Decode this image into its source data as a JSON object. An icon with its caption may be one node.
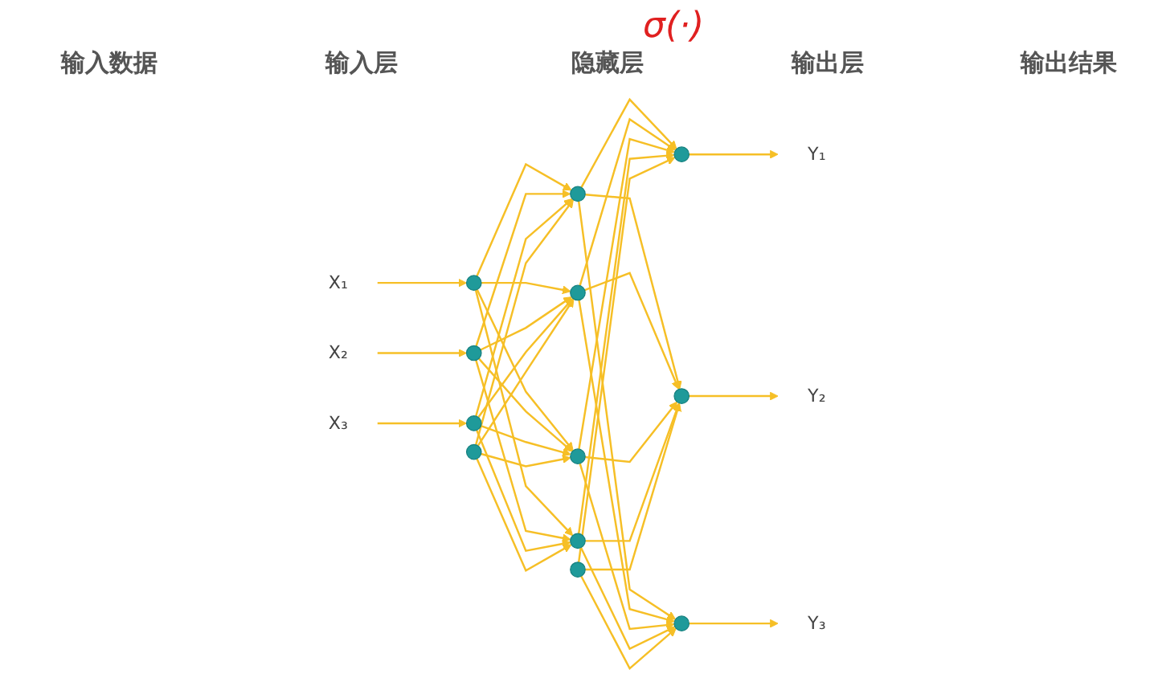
{
  "diagram": {
    "nodes": [
      {
        "text": [
          "X₁"
        ]
      },
      {
        "text": [
          "X₂"
        ]
      },
      {
        "text": [
          "X₃"
        ]
      },
      {
        "text": [],
        "shape": "circle"
      },
      {
        "text": [],
        "shape": "circle"
      },
      {
        "text": [],
        "shape": "circle"
      },
      {
        "text": [],
        "shape": "circle"
      },
      {
        "text": [],
        "shape": "circle"
      },
      {
        "text": [],
        "shape": "circle"
      },
      {
        "text": [],
        "shape": "circle"
      },
      {
        "text": [],
        "shape": "circle"
      },
      {
        "text": [],
        "shape": "circle"
      },
      {
        "text": [],
        "shape": "circle"
      },
      {
        "text": [],
        "shape": "circle"
      },
      {
        "text": [],
        "shape": "circle"
      },
      {
        "text": [
          "Y₁"
        ]
      },
      {
        "text": [
          "Y₂"
        ]
      },
      {
        "text": [
          "Y₃"
        ]
      }
    ],
    "edges": [
      {
        "from": 0,
        "to": 3,
        "arrow": "to"
      },
      {
        "from": 1,
        "to": 4,
        "arrow": "to"
      },
      {
        "from": 2,
        "to": 5,
        "arrow": "to"
      },
      {
        "from": 3,
        "to": 7,
        "arrow": "to"
      },
      {
        "from": 3,
        "to": 8,
        "arrow": "to"
      },
      {
        "from": 3,
        "to": 9,
        "arrow": "to"
      },
      {
        "from": 3,
        "to": 10,
        "arrow": "to"
      },
      {
        "from": 4,
        "to": 7,
        "arrow": "to"
      },
      {
        "from": 4,
        "to": 8,
        "arrow": "to"
      },
      {
        "from": 4,
        "to": 9,
        "arrow": "to"
      },
      {
        "from": 4,
        "to": 10,
        "arrow": "to"
      },
      {
        "from": 5,
        "to": 7,
        "arrow": "to"
      },
      {
        "from": 5,
        "to": 8,
        "arrow": "to"
      },
      {
        "from": 5,
        "to": 9,
        "arrow": "to"
      },
      {
        "from": 5,
        "to": 10,
        "arrow": "to"
      },
      {
        "from": 6,
        "to": 7,
        "arrow": "to"
      },
      {
        "from": 6,
        "to": 8,
        "arrow": "to"
      },
      {
        "from": 6,
        "to": 9,
        "arrow": "to"
      },
      {
        "from": 6,
        "to": 10,
        "arrow": "to"
      },
      {
        "from": 7,
        "to": 12,
        "arrow": "to"
      },
      {
        "from": 7,
        "to": 13,
        "arrow": "to"
      },
      {
        "from": 7,
        "to": 14,
        "arrow": "to"
      },
      {
        "from": 8,
        "to": 12,
        "arrow": "to"
      },
      {
        "from": 8,
        "to": 13,
        "arrow": "to"
      },
      {
        "from": 8,
        "to": 14,
        "arrow": "to"
      },
      {
        "from": 9,
        "to": 12,
        "arrow": "to"
      },
      {
        "from": 9,
        "to": 13,
        "arrow": "to"
      },
      {
        "from": 9,
        "to": 14,
        "arrow": "to"
      },
      {
        "from": 10,
        "to": 12,
        "arrow": "to"
      },
      {
        "from": 10,
        "to": 13,
        "arrow": "to"
      },
      {
        "from": 10,
        "to": 14,
        "arrow": "to"
      },
      {
        "from": 11,
        "to": 12,
        "arrow": "to"
      },
      {
        "from": 11,
        "to": 13,
        "arrow": "to"
      },
      {
        "from": 11,
        "to": 14,
        "arrow": "to"
      },
      {
        "from": 12,
        "to": 15,
        "arrow": "to"
      },
      {
        "from": 13,
        "to": 16,
        "arrow": "to"
      },
      {
        "from": 14,
        "to": 17,
        "arrow": "to"
      }
    ],
    "labels": [
      "σ(·)",
      "输入数据",
      "输入层",
      "隐藏层",
      "输出层",
      "输出结果"
    ]
  }
}
